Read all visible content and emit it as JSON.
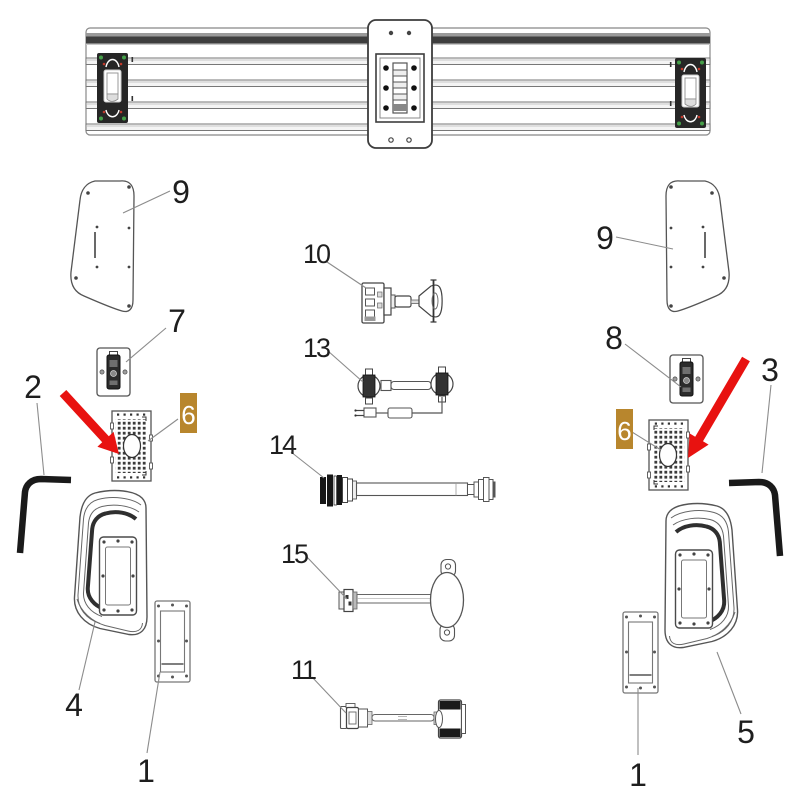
{
  "diagram": {
    "type": "exploded-parts-diagram",
    "colors": {
      "background": "#ffffff",
      "line_art": "#4a4a4a",
      "label_text": "#1e1e1e",
      "leader": "#8c8c8c",
      "arrow_red": "#e81210",
      "badge_bg": "#b8862d",
      "badge_text": "#ffffff"
    },
    "callouts": [
      {
        "id": "9-left",
        "number": "9",
        "highlighted": false
      },
      {
        "id": "7",
        "number": "7",
        "highlighted": false
      },
      {
        "id": "2",
        "number": "2",
        "highlighted": false
      },
      {
        "id": "6-left",
        "number": "6",
        "highlighted": true
      },
      {
        "id": "4",
        "number": "4",
        "highlighted": false
      },
      {
        "id": "1-left",
        "number": "1",
        "highlighted": false
      },
      {
        "id": "10",
        "number": "10",
        "highlighted": false
      },
      {
        "id": "13",
        "number": "13",
        "highlighted": false
      },
      {
        "id": "14",
        "number": "14",
        "highlighted": false
      },
      {
        "id": "15",
        "number": "15",
        "highlighted": false
      },
      {
        "id": "11",
        "number": "11",
        "highlighted": false
      },
      {
        "id": "9-right",
        "number": "9",
        "highlighted": false
      },
      {
        "id": "8",
        "number": "8",
        "highlighted": false
      },
      {
        "id": "3",
        "number": "3",
        "highlighted": false
      },
      {
        "id": "6-right",
        "number": "6",
        "highlighted": true
      },
      {
        "id": "5",
        "number": "5",
        "highlighted": false
      },
      {
        "id": "1-right",
        "number": "1",
        "highlighted": false
      }
    ]
  }
}
